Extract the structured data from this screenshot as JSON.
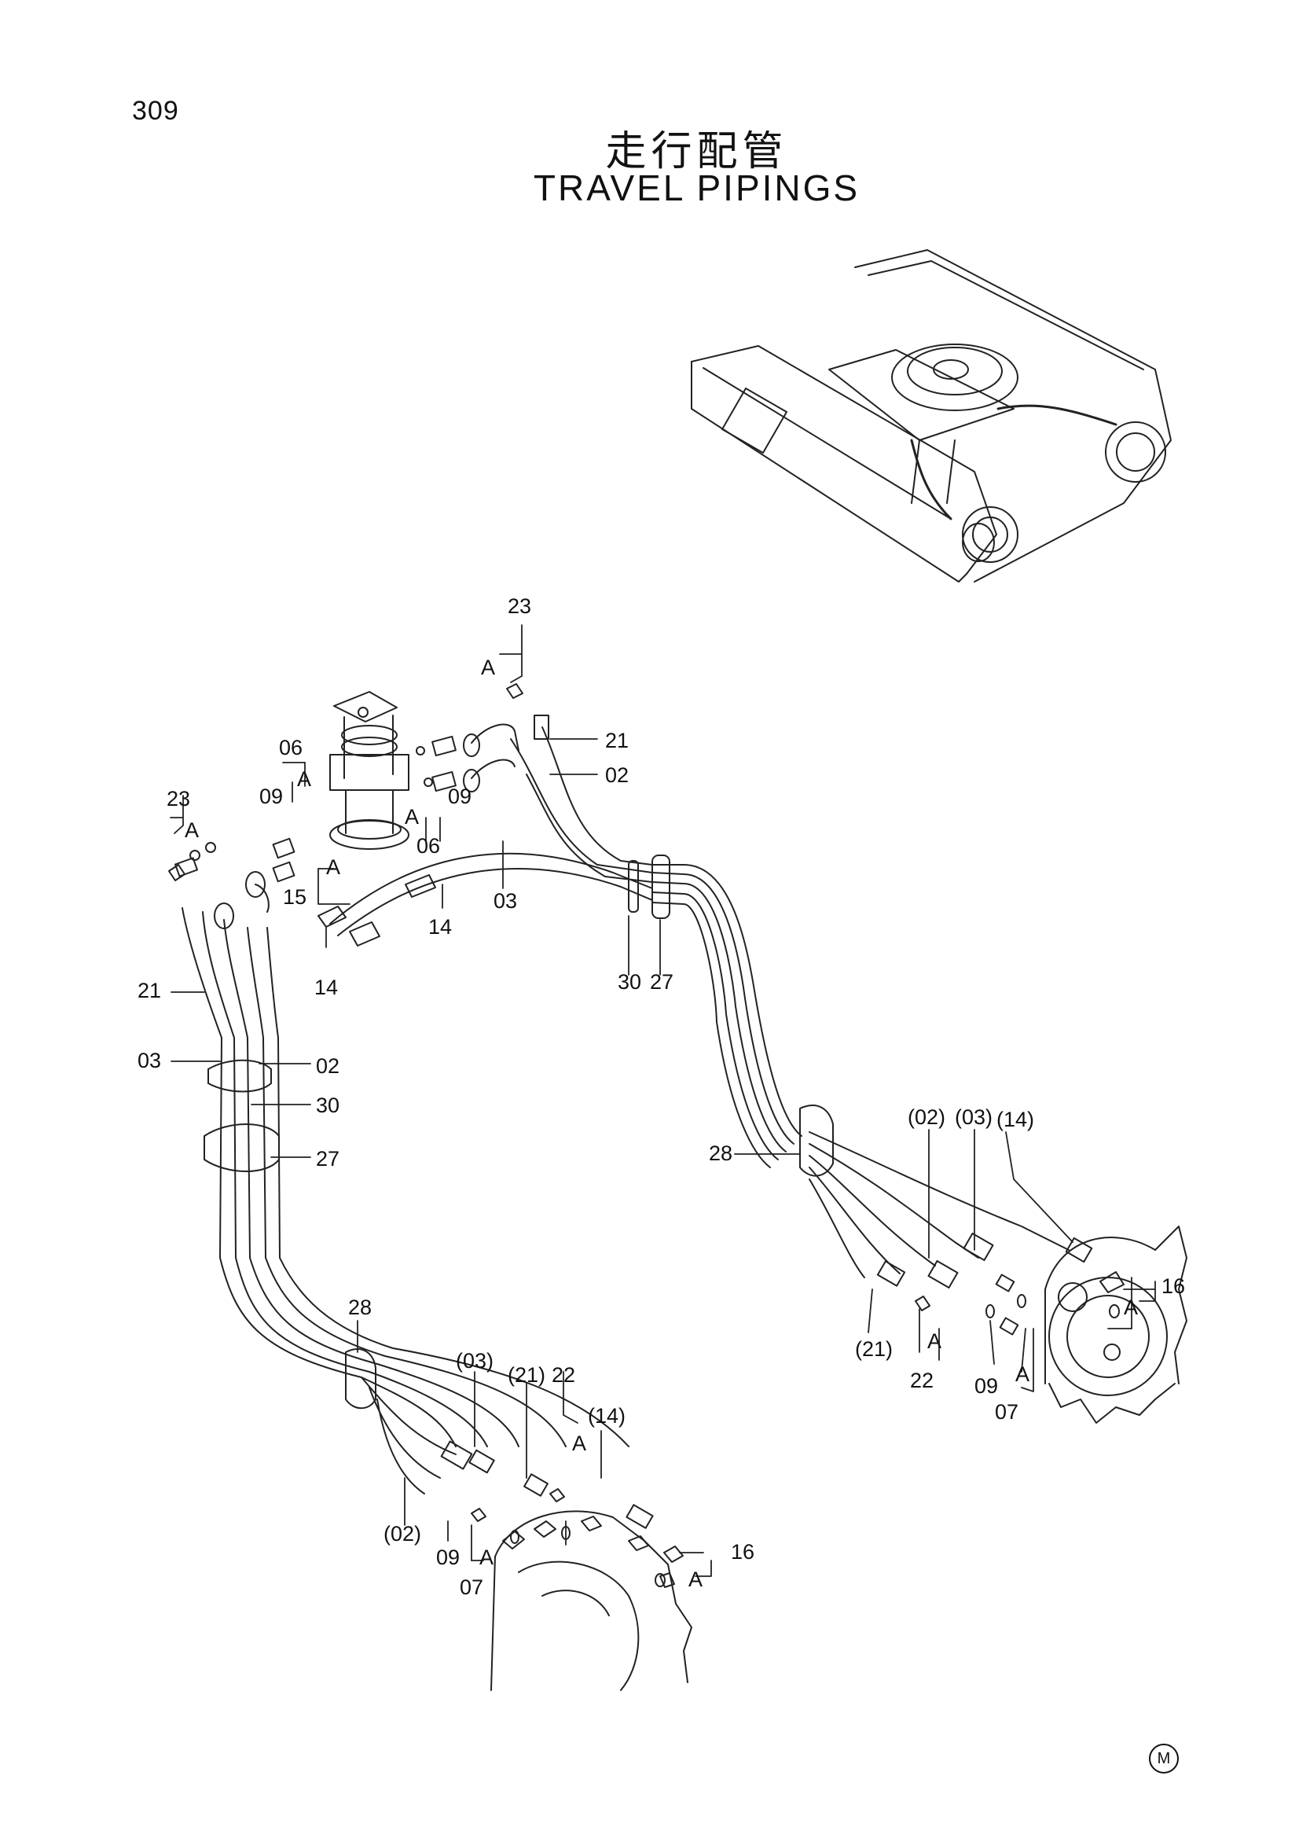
{
  "page_number": "309",
  "title_jp": "走行配管",
  "title_en": "TRAVEL PIPINGS",
  "footer_mark": "M",
  "callouts": {
    "c23a": "23",
    "c23b": "23",
    "c21a": "21",
    "c21b": "21",
    "c02a": "02",
    "c02b": "02",
    "c06a": "06",
    "c06b": "06",
    "c09a": "09",
    "c09b": "09",
    "c03a": "03",
    "c03b": "03",
    "c14a": "14",
    "c14b": "14",
    "c15": "15",
    "c30a": "30",
    "c30b": "30",
    "c27a": "27",
    "c27b": "27",
    "c28a": "28",
    "c28b": "28",
    "r02": "(02)",
    "r03": "(03)",
    "r14": "(14)",
    "r21": "(21)",
    "r16": "16",
    "r22": "22",
    "r09": "09",
    "r07": "07",
    "b03": "(03)",
    "b21": "(21)",
    "b22": "22",
    "b14": "(14)",
    "b02": "(02)",
    "b09": "09",
    "b07": "07",
    "b16": "16"
  },
  "detail_marks": {
    "a1": "A",
    "a2": "A",
    "a3": "A",
    "a4": "A",
    "a5": "A",
    "a6": "A",
    "a7": "A",
    "a8": "A",
    "a9": "A",
    "a10": "A",
    "a11": "A"
  }
}
